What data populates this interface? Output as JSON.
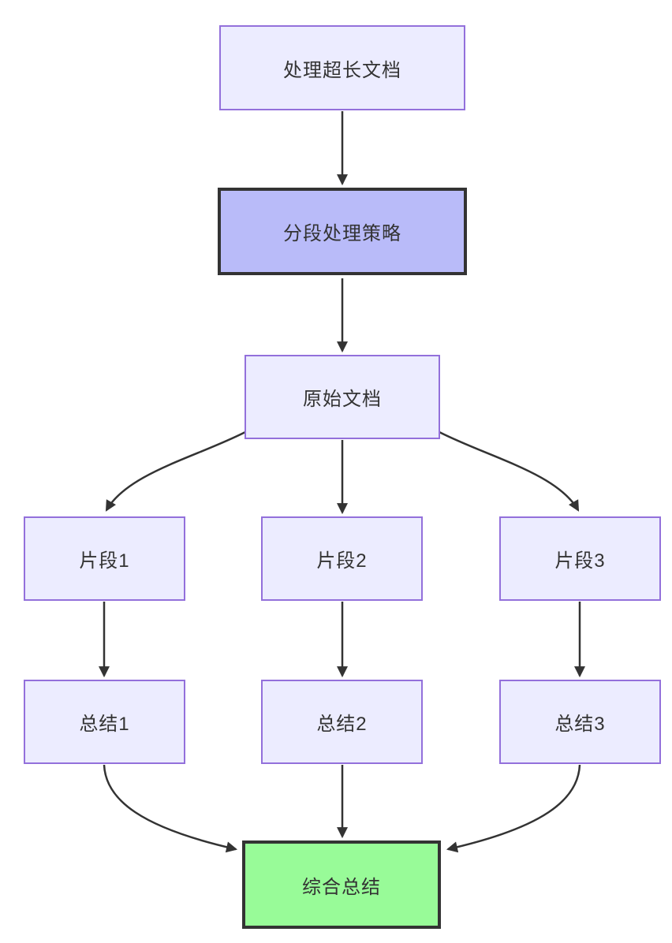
{
  "diagram": {
    "type": "flowchart",
    "direction": "top-down",
    "background": "#ffffff",
    "colors": {
      "node_fill": "#ECECFF",
      "node_border": "#9370DB",
      "highlight_fill": "#b9bbf9",
      "success_fill": "#98FB98",
      "dark_border": "#333333",
      "edge_stroke": "#333333",
      "text": "#333333"
    },
    "nodes": [
      {
        "id": "A",
        "label": "处理超长文档",
        "style": "default"
      },
      {
        "id": "B",
        "label": "分段处理策略",
        "style": "highlight"
      },
      {
        "id": "C",
        "label": "原始文档",
        "style": "default"
      },
      {
        "id": "D1",
        "label": "片段1",
        "style": "default"
      },
      {
        "id": "D2",
        "label": "片段2",
        "style": "default"
      },
      {
        "id": "D3",
        "label": "片段3",
        "style": "default"
      },
      {
        "id": "E1",
        "label": "总结1",
        "style": "default"
      },
      {
        "id": "E2",
        "label": "总结2",
        "style": "default"
      },
      {
        "id": "E3",
        "label": "总结3",
        "style": "default"
      },
      {
        "id": "F",
        "label": "综合总结",
        "style": "success"
      }
    ],
    "edges": [
      {
        "from": "A",
        "to": "B"
      },
      {
        "from": "B",
        "to": "C"
      },
      {
        "from": "C",
        "to": "D1"
      },
      {
        "from": "C",
        "to": "D2"
      },
      {
        "from": "C",
        "to": "D3"
      },
      {
        "from": "D1",
        "to": "E1"
      },
      {
        "from": "D2",
        "to": "E2"
      },
      {
        "from": "D3",
        "to": "E3"
      },
      {
        "from": "E1",
        "to": "F"
      },
      {
        "from": "E2",
        "to": "F"
      },
      {
        "from": "E3",
        "to": "F"
      }
    ]
  }
}
